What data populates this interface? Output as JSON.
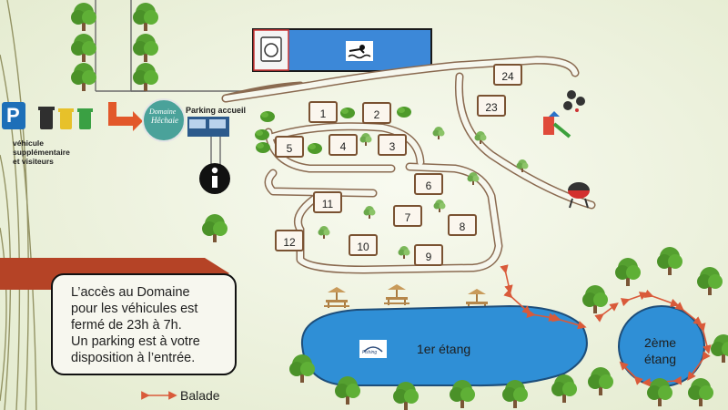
{
  "entrance": {
    "parking_sign": "P",
    "logo_text": [
      "Domaine",
      "Hêchaie"
    ],
    "vehicle_label_lines": [
      "véhicule",
      "supplémentaire",
      "et visiteurs"
    ],
    "parking_accueil": "Parking accueil",
    "info_sign": "i"
  },
  "cabins": [
    "1",
    "2",
    "3",
    "4",
    "5",
    "6",
    "7",
    "8",
    "9",
    "10",
    "11",
    "12",
    "23",
    "24"
  ],
  "ponds": {
    "first": "1er étang",
    "second_line1": "2ème",
    "second_line2": "étang",
    "fishing_sign": "Fishing"
  },
  "notice_lines": [
    "L’accès au Domaine",
    "pour les véhicules est",
    "fermé de 23h à 7h.",
    "Un parking est à votre",
    "disposition à l’entrée."
  ],
  "legend": {
    "label": "Balade",
    "arrow_color": "#d95a3a"
  },
  "icons": [
    "parking-icon",
    "trash-bins-icon",
    "laundry-icon",
    "swimming-pool-icon",
    "petanque-icon",
    "playground-slide-icon",
    "barbecue-icon",
    "info-icon",
    "picnic-table-icon",
    "tree-icon",
    "fishing-icon"
  ],
  "colors": {
    "background": "#eff3e2",
    "water": "#2f8fd6",
    "banner": "#b54326",
    "path": "#8a6a50",
    "cabin_border": "#7a5232"
  }
}
